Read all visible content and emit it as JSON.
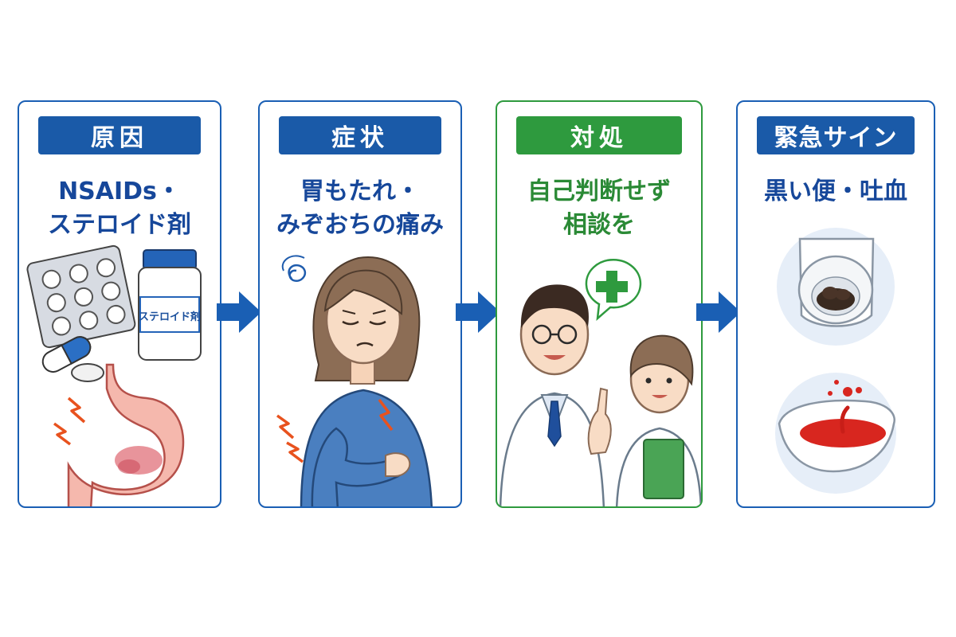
{
  "panels": [
    {
      "header": "原因",
      "lines": [
        "NSAIDs・",
        "ステロイド剤"
      ],
      "bottle_label": "ステロイド剤"
    },
    {
      "header": "症状",
      "lines": [
        "胃もたれ・",
        "みぞおちの痛み"
      ]
    },
    {
      "header": "対処",
      "lines": [
        "自己判断せず",
        "相談を"
      ]
    },
    {
      "header": "緊急サイン",
      "lines": [
        "黒い便・吐血"
      ]
    }
  ],
  "colors": {
    "blue": "#1a5aa8",
    "green": "#2e9a3e",
    "arrow": "#1a5fb4"
  }
}
